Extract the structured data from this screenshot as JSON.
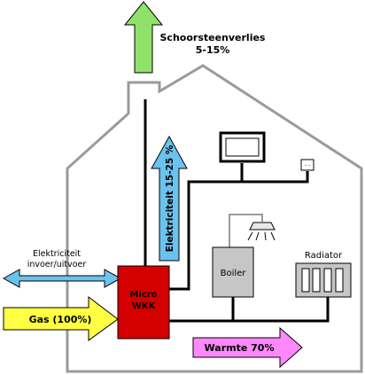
{
  "labels": {
    "chimney_loss_title": "Schoorsteenverlies",
    "chimney_loss_pct": "5-15%",
    "electricity_out": "Elektriciteit 15-25 %",
    "grid_line1": "Elektriciteit",
    "grid_line2": "invoer/uitvoer",
    "gas": "Gas (100%)",
    "unit_line1": "Micro",
    "unit_line2": "WKK",
    "boiler": "Boiler",
    "radiator": "Radiator",
    "heat": "Warmte 70%",
    "socket_glyph": "- -"
  },
  "colors": {
    "house_outline": "#9a9a9a",
    "pipe": "#000000",
    "chimney_arrow": "#8ee26a",
    "electricity_arrow": "#6cc2ee",
    "grid_arrow": "#6cc2ee",
    "gas_arrow": "#ffff44",
    "heat_arrow": "#ff88ff",
    "unit_fill": "#d40000",
    "boiler_fill": "#c6c6c6",
    "radiator_fill": "#c6c6c6"
  }
}
